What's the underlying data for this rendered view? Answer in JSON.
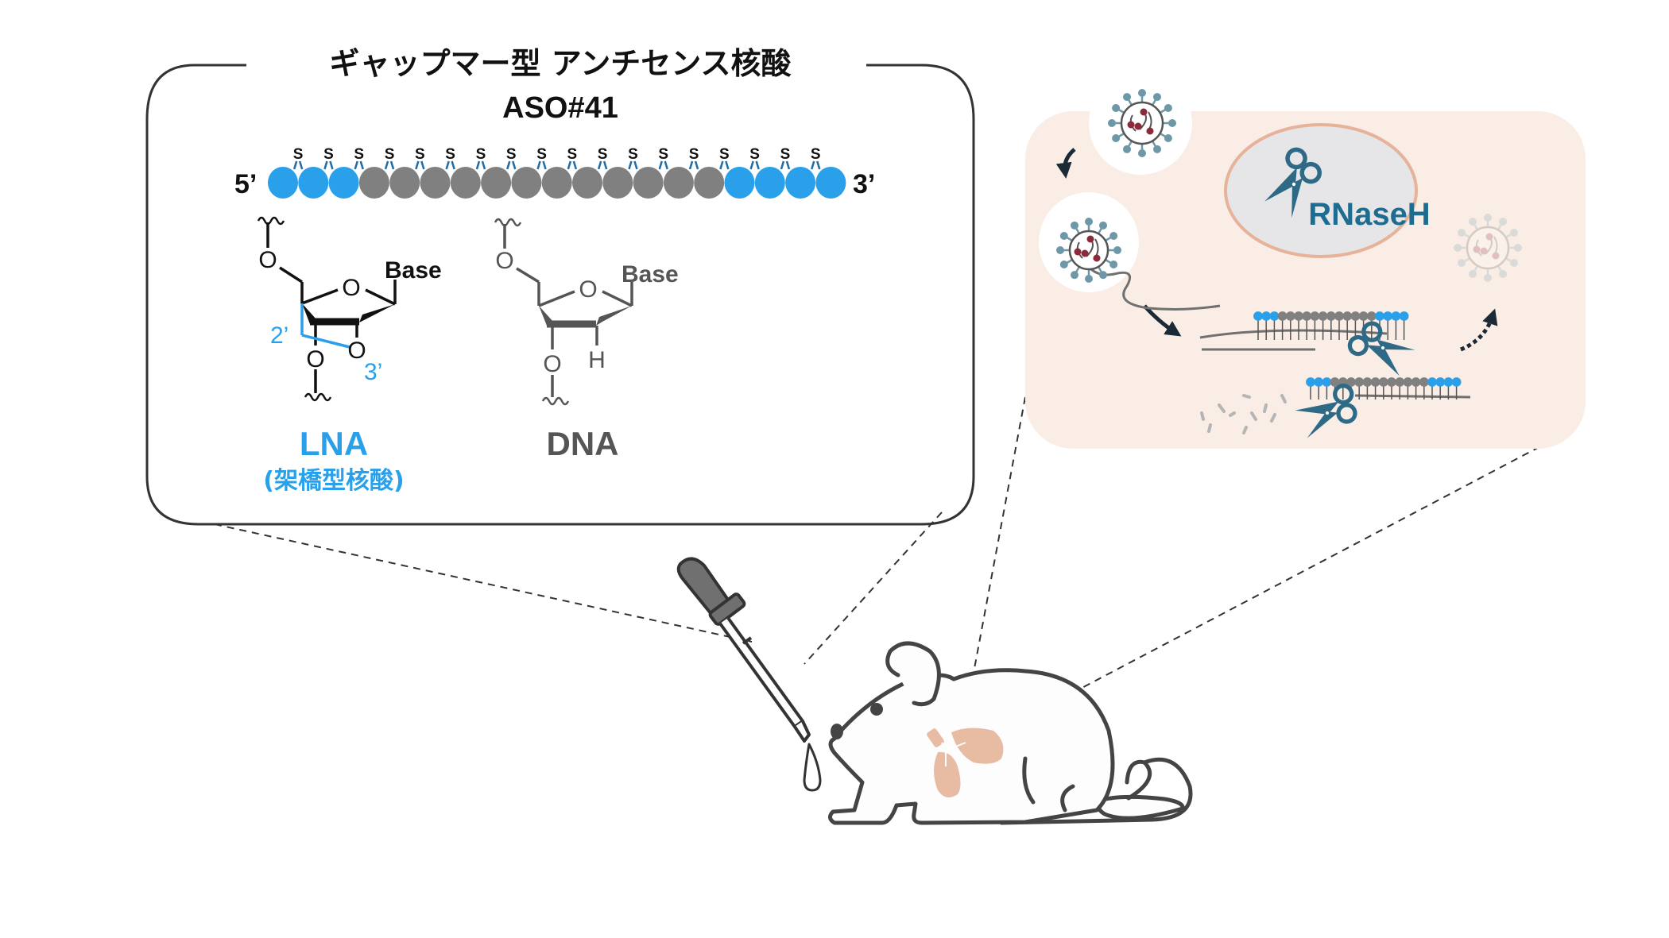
{
  "title": {
    "line1": "ギャップマー型 アンチセンス核酸",
    "line2": "ASO#41"
  },
  "oligo": {
    "five_prime": "5’",
    "three_prime": "3’",
    "linkage_label": "S",
    "pattern": [
      "LNA",
      "LNA",
      "LNA",
      "DNA",
      "DNA",
      "DNA",
      "DNA",
      "DNA",
      "DNA",
      "DNA",
      "DNA",
      "DNA",
      "DNA",
      "DNA",
      "DNA",
      "LNA",
      "LNA",
      "LNA",
      "LNA"
    ],
    "colors": {
      "LNA": "#2aa0ea",
      "DNA": "#808080"
    }
  },
  "lna": {
    "name": "LNA",
    "subtitle": "(架橋型核酸)",
    "base_label": "Base",
    "oxygen": "O",
    "pos2": "2’",
    "pos3": "3’",
    "color": "#2aa0ea"
  },
  "dna": {
    "name": "DNA",
    "base_label": "Base",
    "oxygen": "O",
    "hydrogen": "H",
    "color": "#555555"
  },
  "cell": {
    "enzyme_label": "RNaseH",
    "background": "#f9ede6",
    "nucleus_fill": "#e6e6e8",
    "nucleus_border": "#e6b39a",
    "enzyme_color": "#2e6a86",
    "virus_rna_color": "#8a2a3a"
  },
  "mouse": {
    "lung_color": "#e8bba3"
  }
}
